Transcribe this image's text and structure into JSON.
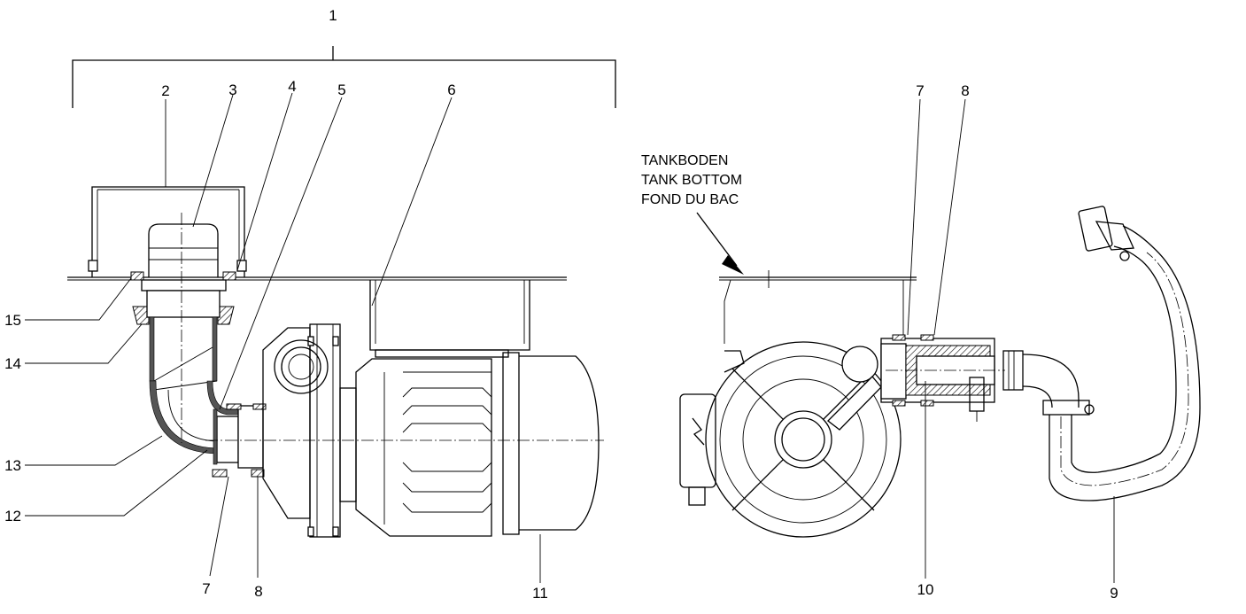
{
  "labels": {
    "l1": "1",
    "l2": "2",
    "l3": "3",
    "l4": "4",
    "l5": "5",
    "l6": "6",
    "l7a": "7",
    "l7b": "7",
    "l8a": "8",
    "l8b": "8",
    "l9": "9",
    "l10": "10",
    "l11": "11",
    "l12": "12",
    "l13": "13",
    "l14": "14",
    "l15": "15"
  },
  "tank_note": {
    "line1": "TANKBODEN",
    "line2": "TANK BOTTOM",
    "line3": "FOND DU BAC"
  }
}
